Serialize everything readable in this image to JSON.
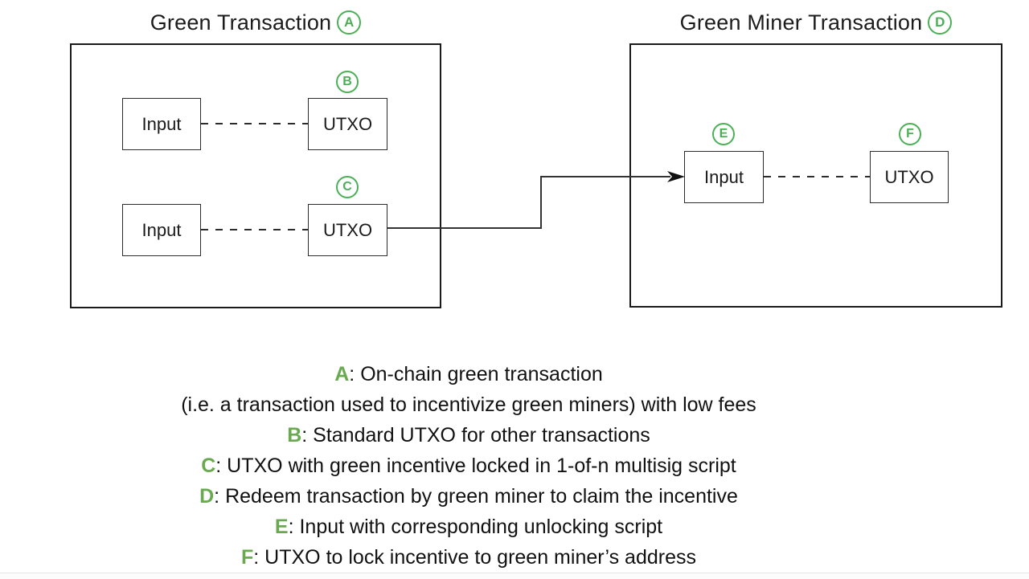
{
  "colors": {
    "badge_green": "#4caf57",
    "legend_letter_green": "#69aa50",
    "box_border": "#1a1a1a",
    "line": "#2c2c2c",
    "background": "#ffffff"
  },
  "diagram": {
    "left_box": {
      "title": "Green Transaction",
      "title_badge": "A",
      "input1_label": "Input",
      "utxo_b_label": "UTXO",
      "badge_b": "B",
      "input2_label": "Input",
      "utxo_c_label": "UTXO",
      "badge_c": "C"
    },
    "right_box": {
      "title": "Green Miner Transaction",
      "title_badge": "D",
      "input_e_label": "Input",
      "badge_e": "E",
      "utxo_f_label": "UTXO",
      "badge_f": "F"
    }
  },
  "legend": {
    "lines": [
      {
        "letter": "A",
        "text": ": On-chain green transaction"
      },
      {
        "letter": "",
        "text": "(i.e. a transaction used to incentivize green miners) with low fees"
      },
      {
        "letter": "B",
        "text": ": Standard UTXO for other transactions"
      },
      {
        "letter": "C",
        "text": ": UTXO with green incentive locked in 1-of-n multisig script"
      },
      {
        "letter": "D",
        "text": ": Redeem transaction by green miner to claim the incentive"
      },
      {
        "letter": "E",
        "text": ": Input with corresponding unlocking script"
      },
      {
        "letter": "F",
        "text": ": UTXO to lock incentive to green miner’s address"
      }
    ]
  }
}
